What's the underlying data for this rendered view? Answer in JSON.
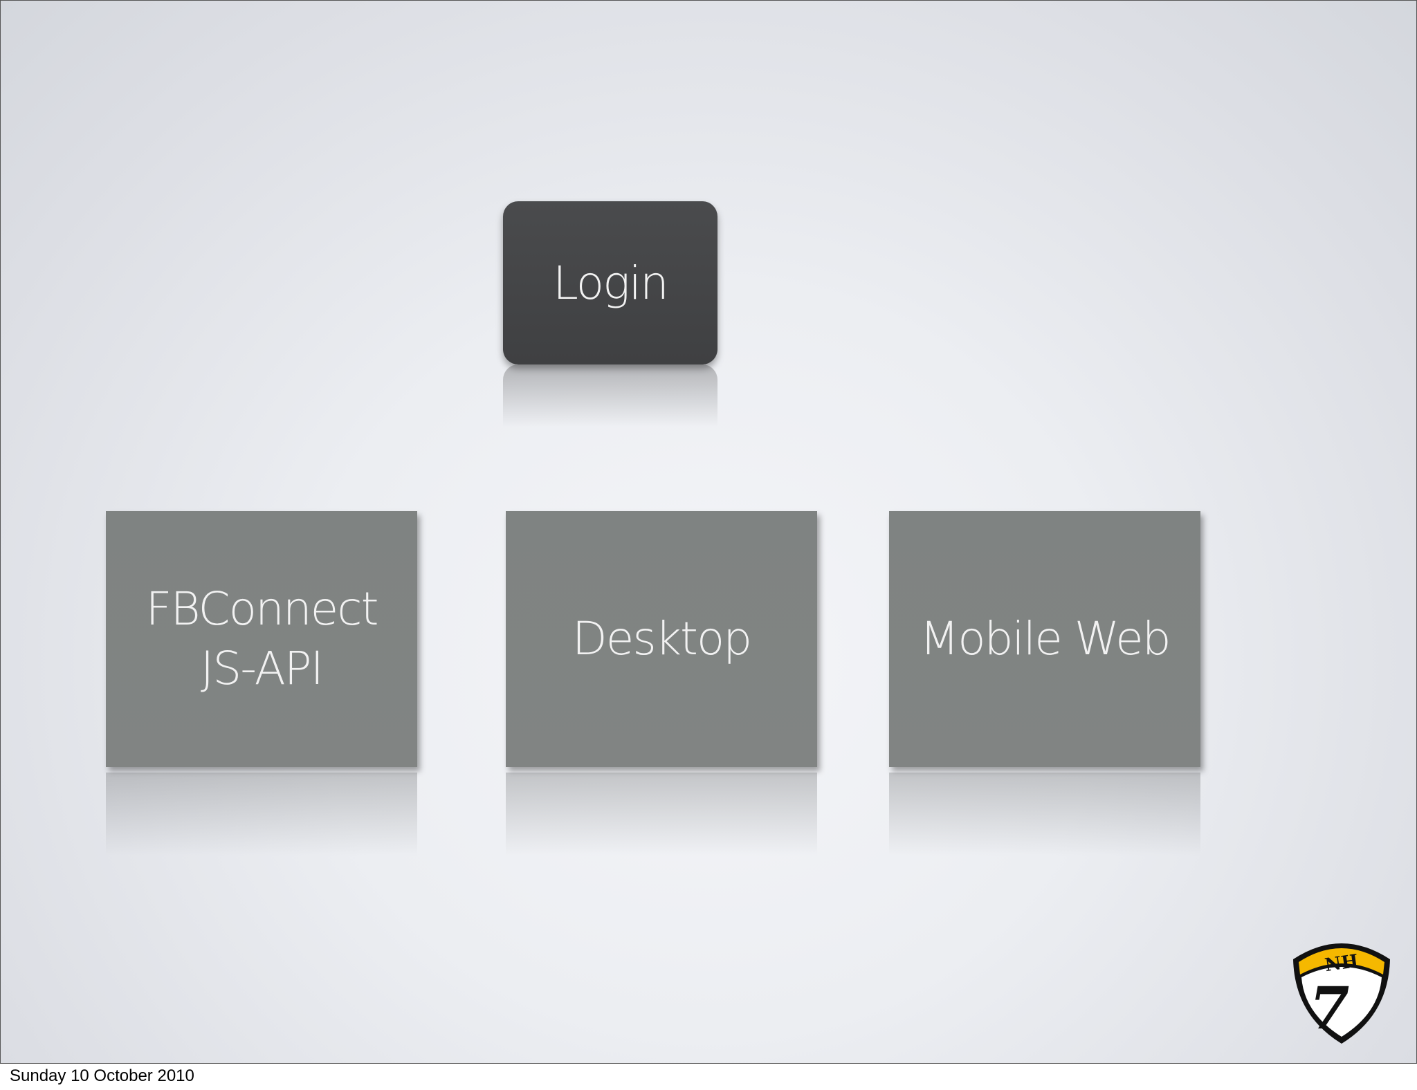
{
  "diagram": {
    "root": {
      "label": "Login",
      "color": "#464749"
    },
    "children": [
      {
        "id": "fbconnect",
        "lines": [
          "FBConnect",
          "JS-API"
        ],
        "color": "#808382"
      },
      {
        "id": "desktop",
        "lines": [
          "Desktop"
        ],
        "color": "#808382"
      },
      {
        "id": "mobile",
        "lines": [
          "Mobile Web"
        ],
        "color": "#808382"
      }
    ]
  },
  "logo": {
    "text": "NH",
    "number": "7",
    "accent": "#f5b800"
  },
  "footer": {
    "date": "Sunday 10 October 2010"
  }
}
